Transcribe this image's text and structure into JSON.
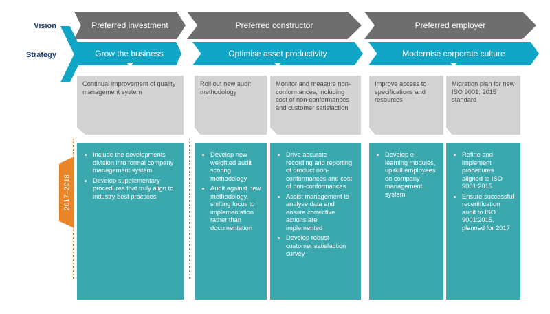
{
  "row_labels": {
    "vision": "Vision",
    "strategy": "Strategy"
  },
  "period": "2017–2018",
  "vision": [
    "Preferred investment",
    "Preferred constructor",
    "Preferred employer"
  ],
  "strategy": [
    "Grow the business",
    "Optimise asset productivity",
    "Modernise corporate culture"
  ],
  "objectives": [
    "Continual improvement of quality management system",
    "Roll out new audit methodology",
    "Monitor and measure non-conformances, including cost of non-conformances and customer satisfaction",
    "Improve access to specifications and resources",
    "Migration plan for new ISO 9001: 2015 standard"
  ],
  "actions": [
    [
      "Include the developments division into formal company management system",
      "Develop supplementary procedures that truly align to industry best practices"
    ],
    [
      "Develop new weighted audit scoring methodology",
      "Audit against new methodology, shifting focus to implementation rather than documentation"
    ],
    [
      "Drive accurate recording and reporting of product non-conformances and cost of non-conformances",
      "Assist management to analyse data and ensure corrective actions are implemented",
      "Develop robust customer satisfaction survey"
    ],
    [
      "Develop e-learning modules, upskill employees on company management system"
    ],
    [
      "Refine and implement procedures aligned to ISO 9001:2015",
      "Ensure successful recertification audit to ISO 9001:2015, planned for 2017"
    ]
  ],
  "colors": {
    "vision_bar": "#6e6e6e",
    "strategy_bar": "#11a5c6",
    "objective_box": "#d3d3d3",
    "action_box": "#3ba8ad",
    "period_tab": "#e9862a",
    "label_text": "#1f3b73"
  }
}
